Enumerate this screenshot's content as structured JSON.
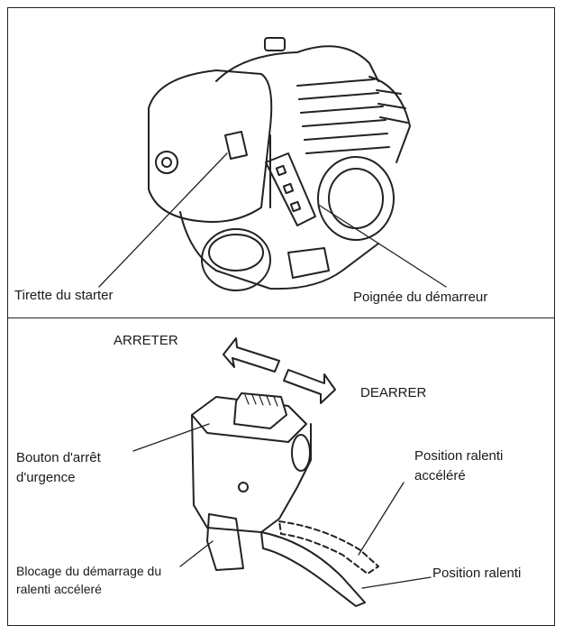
{
  "top_panel": {
    "choke_label": "Tirette du starter",
    "starter_label": "Poignée du démarreur"
  },
  "bottom_panel": {
    "stop_label": "ARRETER",
    "start_label": "DEARRER",
    "emergency_line1": "Bouton d'arrêt",
    "emergency_line2": "d'urgence",
    "fast_idle_line1": "Position ralenti",
    "fast_idle_line2": "accéléré",
    "lock_line1": "Blocage du démarrage du",
    "lock_line2": "ralenti accéleré",
    "idle_label": "Position ralenti"
  },
  "colors": {
    "line": "#222222",
    "background": "#ffffff"
  }
}
